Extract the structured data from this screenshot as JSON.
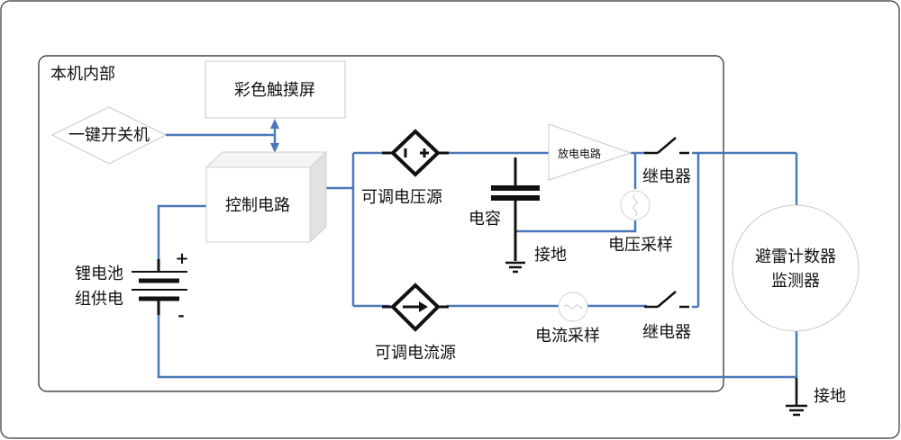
{
  "colors": {
    "wire": "#4a78b8",
    "black": "#111111",
    "light_border": "#c8c8c8",
    "cube_side": "#e2e2e2"
  },
  "labels": {
    "internal": "本机内部",
    "touchscreen": "彩色触摸屏",
    "power_button": "一键开关机",
    "control": "控制电路",
    "battery_line1": "锂电池",
    "battery_line2": "组供电",
    "battery_plus": "+",
    "battery_minus": "-",
    "voltage_source": "可调电压源",
    "current_source": "可调电流源",
    "capacitor": "电容",
    "ground_inner": "接地",
    "discharge": "放电电路",
    "relay_top": "继电器",
    "relay_bottom": "继电器",
    "voltage_sample": "电压采样",
    "current_sample": "电流采样",
    "monitor_line1": "避雷计数器",
    "monitor_line2": "监测器",
    "ground_outer": "接地"
  }
}
